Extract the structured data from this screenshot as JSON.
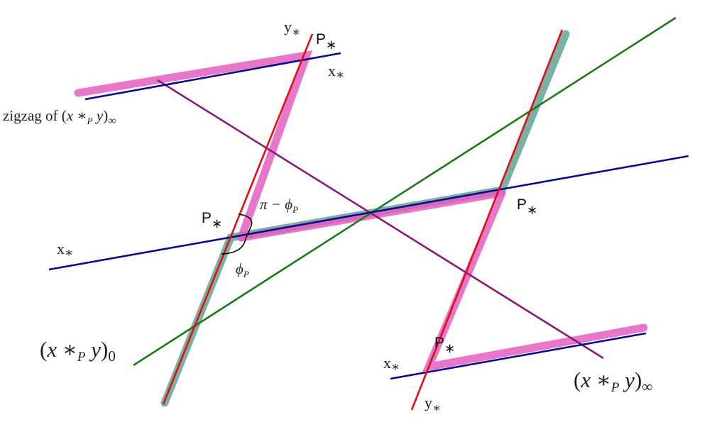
{
  "colors": {
    "pink_band": "#e35fbf",
    "teal_band": "#6aa99a",
    "red_line": "#dd1111",
    "blue_line": "#0a0a8a",
    "green_line": "#1a7a1a",
    "purple_line": "#8a1a7a",
    "arc": "#000000"
  },
  "labels": {
    "y_star_top": "y",
    "p_star_top": "P",
    "x_star_top": "x",
    "zigzag": "zigzag of (",
    "zigzag_x": "x",
    "zigzag_star": " ∗",
    "zigzag_p": "P",
    "zigzag_y": " y",
    "zigzag_close": ")",
    "zigzag_inf": "∞",
    "pi_minus_phi": "π − ϕ",
    "pi_minus_phi_sub": "P",
    "phi": "ϕ",
    "phi_sub": "P",
    "p_star_left": "P",
    "x_star_left": "x",
    "p_star_right": "P",
    "xy0_open": "(",
    "xy0_x": "x",
    "xy0_star": " ∗",
    "xy0_p": "P",
    "xy0_y": " y",
    "xy0_close": ")",
    "xy0_sub": "0",
    "p_star_bottom": "P",
    "x_star_bottom": "x",
    "y_star_bottom": "y",
    "xyinf_open": "(",
    "xyinf_x": "x",
    "xyinf_star": " ∗",
    "xyinf_p": "P",
    "xyinf_y": " y",
    "xyinf_close": ")",
    "xyinf_sub": "∞",
    "star": "∗"
  }
}
